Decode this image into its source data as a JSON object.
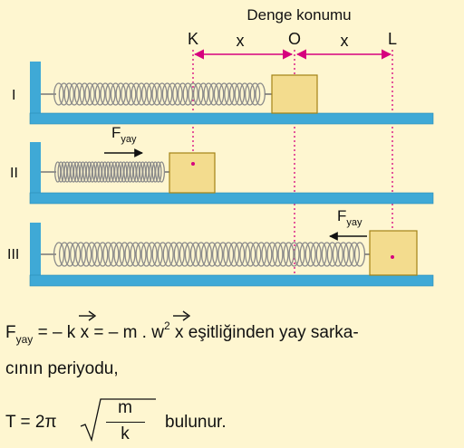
{
  "diagram": {
    "title": "Denge konumu",
    "points": {
      "K": "K",
      "O": "O",
      "L": "L"
    },
    "distance_label": "x",
    "row_labels": [
      "I",
      "II",
      "III"
    ],
    "force_label": {
      "main": "F",
      "sub": "yay"
    }
  },
  "text": {
    "line1_main": "F",
    "line1_sub": "yay",
    "line1_eq1": " = – k ",
    "line1_x1": "x",
    "line1_eq2": " = – m . w",
    "line1_sup": "2",
    "line1_x2": "x",
    "line1_rest": " eşitliğinden yay sarka-",
    "line2": "cının periyodu,",
    "formula_lhs": "T = 2π",
    "formula_num": "m",
    "formula_den": "k",
    "formula_tail": "bulunur."
  },
  "colors": {
    "background": "#FEF6D0",
    "wall_and_floor": "#3FA9D6",
    "mass_fill": "#F3DC8E",
    "mass_stroke": "#A38316",
    "guide_magenta": "#D6007E"
  }
}
